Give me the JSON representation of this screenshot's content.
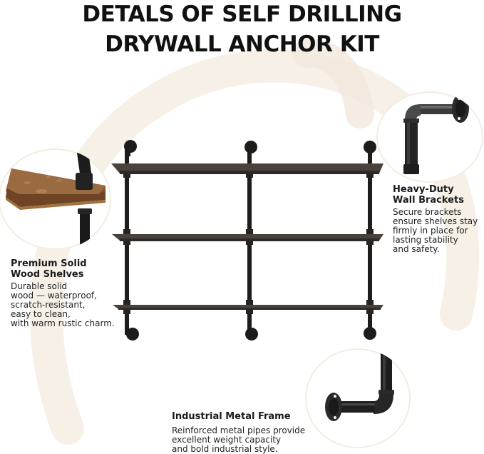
{
  "title": {
    "line1": "DETALS OF SELF DRILLING",
    "line2": "DRYWALL ANCHOR KIT"
  },
  "features": [
    {
      "id": "wood-shelves",
      "title": "Premium Solid\nWood Shelves",
      "title_line1": "Premium Solid",
      "title_line2": "Wood Shelves",
      "body": "Durable solid\nwood — waterproof,\nscratch-resistant,\neasy to clean,\nwith warm rustic charm."
    },
    {
      "id": "wall-brackets",
      "title_line1": "Heavy-Duty",
      "title_line2": "Wall Brackets",
      "body": "Secure brackets\nensure shelves stay\nfirmly in place for\nlasting stability\nand safety."
    },
    {
      "id": "metal-frame",
      "title_line1": "Industrial Metal Frame",
      "title_line2": "",
      "body": "Reinforced metal pipes provide\nexcellent weight capacity\nand bold industrial style."
    }
  ],
  "colors": {
    "background": "#ffffff",
    "arc": "#f5efe6",
    "wood": "#8a5a33",
    "shelf_dark": "#3d3833",
    "pipe": "#1e1e1e",
    "text": "#1a1a1a"
  },
  "icons": {
    "wood-shelf-closeup": "wood-shelf-closeup-icon",
    "wall-bracket-closeup": "wall-bracket-closeup-icon",
    "pipe-elbow-closeup": "pipe-elbow-closeup-icon",
    "shelf-unit": "three-tier-pipe-shelf-icon"
  }
}
